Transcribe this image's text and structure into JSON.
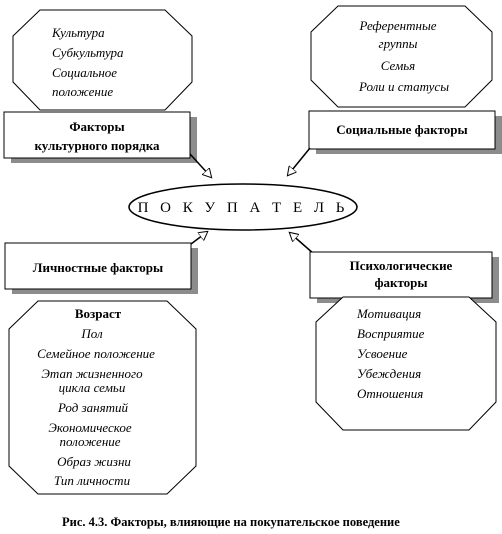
{
  "top_left": {
    "items": [
      "Культура",
      "Субкультура",
      "Социальное",
      "положение"
    ],
    "label": [
      "Факторы",
      "культурного порядка"
    ]
  },
  "top_right": {
    "items": [
      "Референтные",
      "группы",
      "Семья",
      "Роли  и  статусы"
    ],
    "label": "Социальные  факторы"
  },
  "center": {
    "label": "П О К У П А Т Е Л Ь"
  },
  "bottom_left": {
    "label": "Личностные  факторы",
    "heading": "Возраст",
    "items": [
      "Пол",
      "Семейное положение",
      "Этап жизненного",
      "цикла семьи",
      "Род занятий",
      "Экономическое",
      "положение",
      "Образ  жизни",
      "Тип  личности"
    ]
  },
  "bottom_right": {
    "label": [
      "Психологические",
      "факторы"
    ],
    "items": [
      "Мотивация",
      "Восприятие",
      "Усвоение",
      "Убеждения",
      "Отношения"
    ]
  },
  "caption": "Рис. 4.3. Факторы, влияющие на покупательское поведение"
}
